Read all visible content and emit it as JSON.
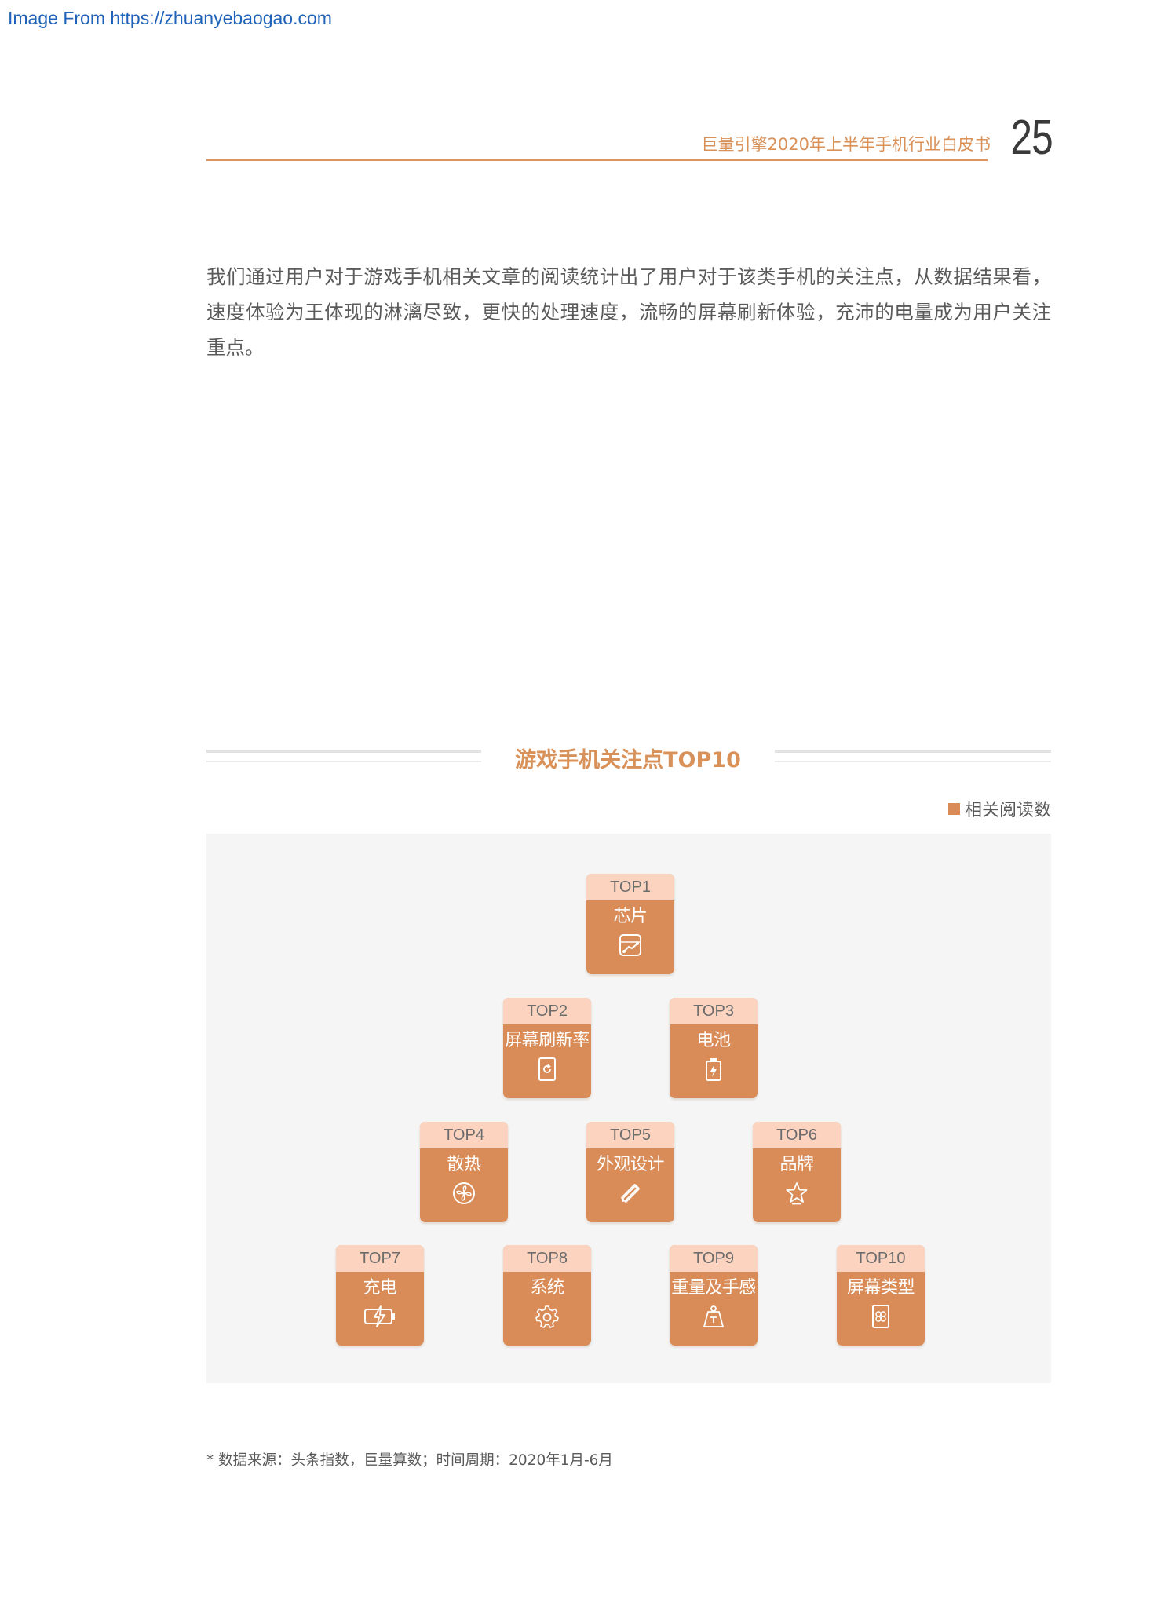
{
  "watermark": "Image From https://zhuanyebaogao.com",
  "header": {
    "title": "巨量引擎2020年上半年手机行业白皮书",
    "page_number": "25"
  },
  "intro_text": "我们通过用户对于游戏手机相关文章的阅读统计出了用户对于该类手机的关注点，从数据结果看，速度体验为王体现的淋漓尽致，更快的处理速度，流畅的屏幕刷新体验，充沛的电量成为用户关注重点。",
  "chart": {
    "title": "游戏手机关注点TOP10",
    "legend": "相关阅读数",
    "accent_color": "#d98c57",
    "header_color": "#fbd3bf",
    "items": [
      {
        "rank": "TOP1",
        "label": "芯片",
        "icon": "chip-icon"
      },
      {
        "rank": "TOP2",
        "label": "屏幕刷新率",
        "icon": "refresh-screen-icon"
      },
      {
        "rank": "TOP3",
        "label": "电池",
        "icon": "battery-icon"
      },
      {
        "rank": "TOP4",
        "label": "散热",
        "icon": "fan-icon"
      },
      {
        "rank": "TOP5",
        "label": "外观设计",
        "icon": "design-tools-icon"
      },
      {
        "rank": "TOP6",
        "label": "品牌",
        "icon": "star-badge-icon"
      },
      {
        "rank": "TOP7",
        "label": "充电",
        "icon": "charging-battery-icon"
      },
      {
        "rank": "TOP8",
        "label": "系统",
        "icon": "gear-icon"
      },
      {
        "rank": "TOP9",
        "label": "重量及手感",
        "icon": "weight-icon"
      },
      {
        "rank": "TOP10",
        "label": "屏幕类型",
        "icon": "screen-type-icon"
      }
    ]
  },
  "footnote": "* 数据来源：头条指数，巨量算数；时间周期：2020年1月-6月"
}
